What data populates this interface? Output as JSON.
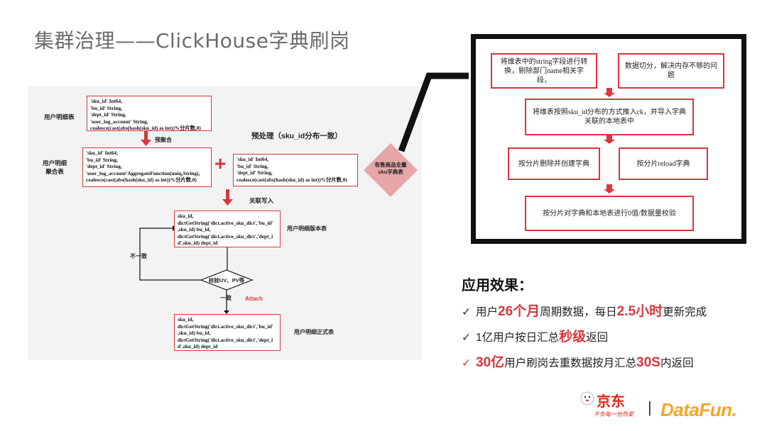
{
  "title": "集群治理——ClickHouse字典刷岗",
  "flow": {
    "detail_table_label": "用户明细表",
    "box1": "'sku_id' Int64,\n'bu_id' String,\n'dept_id' String,\n'user_log_account' String,\ncoalesce(cast(abs(hash(sku_id) as int))%分片数,0)",
    "pre_agg": "预聚合",
    "agg_table_label": "用户明细\n聚合表",
    "box2": "'sku_id' Int64,\n'bu_id' String,\n'dept_id' String,\n'user_log_account'AggregateFunction(uniq,String),\ncoalesce(cast(abs(hash(sku_id) as int))%分片数,0)",
    "plus": "+",
    "preprocess": "预处理（sku_id分布一致）",
    "box3": "'sku_id' Int64,\n'bu_id' String,\n'dept_id' String,\ncoalesce(cast(abs(hash(sku_id) as int))%分片数,0)",
    "diamond_dict": "有售商品全量\nsku字典表",
    "join_write": "关联写入",
    "box4": "sku_id,\ndictGetString('dict.active_sku_dict','bu_id'\n,sku_id) bu_id,\ndictGetString('dict.active_sku_dict','dept_i\nd',sku_id) dept_id",
    "version_table_label": "用户明细版本表",
    "inconsistent": "不一致",
    "check_diamond": "校验UV、PV等",
    "consistent": "一致",
    "attach": "Attach",
    "box5": "sku_id,\ndictGetString('dict.active_sku_dict','bu_id'\n,sku_id) bu_id,\ndictGetString('dict.active_sku_dict','dept_i\nd',sku_id) dept_id",
    "formal_table_label": "用户明细正式表"
  },
  "steps": {
    "s1": "将维表中的string字段进行转换，剔除部门name相关字段，",
    "s2": "数据切分，解决内存不够的问题",
    "s3": "将维表按照sku_id分布的方式推入ck，并导入字典关联的本地表中",
    "s4": "按分片删除并创建字典",
    "s5": "按分片reload字典",
    "s6": "按分片对字典和本地表进行0值/数据量校验"
  },
  "effects": {
    "title": "应用效果",
    "colon": "：",
    "check_mark": "✓",
    "l1_a": "用户",
    "l1_b": "26个月",
    "l1_c": "周期数据，每日",
    "l1_d": "2.5小时",
    "l1_e": "更新完成",
    "l2_a": "1亿用户按日汇总",
    "l2_b": "秒级",
    "l2_c": "返回",
    "l3_b": "30亿",
    "l3_c": "用户刷岗去重数据按月汇总",
    "l3_d": "30S",
    "l3_e": "内返回"
  },
  "logos": {
    "jd": "京东",
    "jd_slogan": "不负每一份热爱",
    "separator": "|",
    "datafun": "DataFun."
  },
  "colors": {
    "accent": "#d9363e",
    "title_gray": "#6b6b6b",
    "panel_bg": "#f3f3f3"
  }
}
